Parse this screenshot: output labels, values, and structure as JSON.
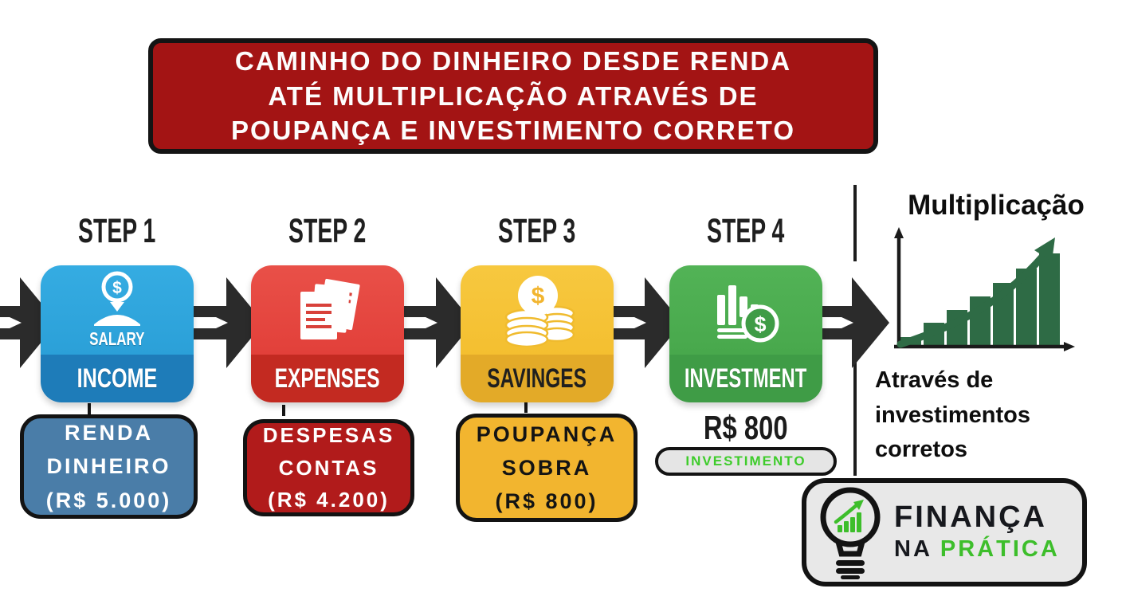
{
  "banner": {
    "text": "CAMINHO DO DINHEIRO DESDE RENDA\nATÉ MULTIPLICAÇÃO ATRAVÉS DE\nPOUPANÇA E INVESTIMENTO CORRETO"
  },
  "icons": {
    "dollar": "$"
  },
  "steps": [
    {
      "step_label": "STEP 1",
      "icon": "salary-icon",
      "icon_caption": "SALARY",
      "band_label": "INCOME",
      "note": "RENDA\nDINHEIRO\n(R$ 5.000)"
    },
    {
      "step_label": "STEP 2",
      "icon": "expenses-icon",
      "band_label": "EXPENSES",
      "note": "DESPESAS\nCONTAS\n(R$ 4.200)"
    },
    {
      "step_label": "STEP 3",
      "icon": "savings-icon",
      "band_label": "SAVINGES",
      "note": "POUPANÇA\nSOBRA\n(R$ 800)"
    },
    {
      "step_label": "STEP 4",
      "icon": "investment-icon",
      "band_label": "INVESTMENT",
      "amount": "R$ 800",
      "badge": "INVESTIMENTO"
    }
  ],
  "growth": {
    "title": "Multiplicação",
    "caption": "Através de\ninvestimentos\ncorretos",
    "chart": {
      "type": "bar",
      "bars": [
        12,
        30,
        46,
        63,
        80,
        98,
        117
      ],
      "trend": "ascending"
    }
  },
  "logo": {
    "title": "FINANÇA",
    "subtitle_prefix": "NA",
    "subtitle_highlight": "PRÁTICA"
  },
  "colors": {
    "banner_red": "#A31414",
    "arrow_black": "#2B2B2B",
    "income_top": "#2EA7DE",
    "income_band": "#1E7CB9",
    "expenses_top": "#E64940",
    "expenses_band": "#C32A21",
    "savings_top": "#F6C437",
    "savings_band": "#E3AA28",
    "investment_top": "#4CAE50",
    "investment_band": "#3F9C46",
    "note_income_bg": "#4A7DA8",
    "note_expenses_bg": "#B11B1B",
    "note_savings_bg": "#F2B52F",
    "badge_green": "#3ECC2B",
    "logo_green": "#3DBE2B",
    "chart_bar_green": "#2E6B45"
  }
}
